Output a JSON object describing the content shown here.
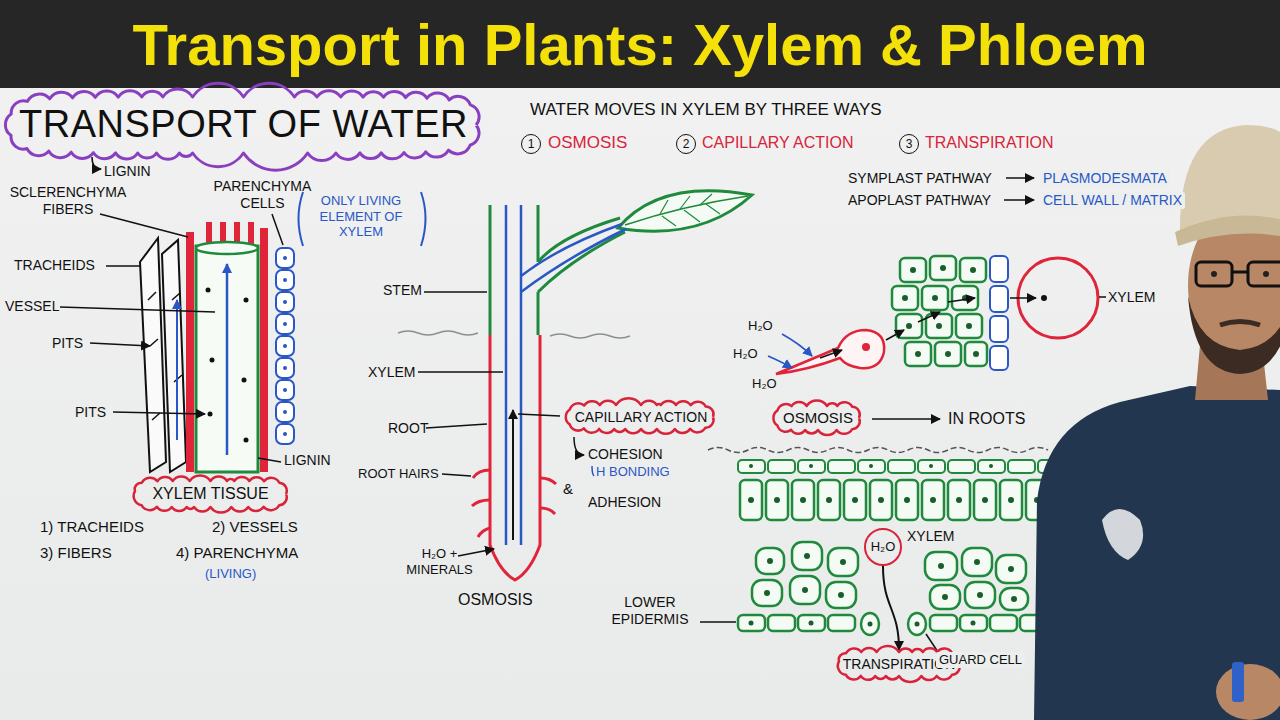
{
  "diagram": {
    "title": "Transport in Plants: Xylem & Phloem",
    "nodes": [
      {
        "text": [
          "TRANSPORT OF WATER"
        ]
      },
      {
        "text": [
          "1"
        ]
      },
      {
        "text": [
          "2"
        ]
      },
      {
        "text": [
          "3"
        ]
      },
      {
        "text": [
          "XYLEM TISSUE"
        ]
      },
      {
        "text": [
          "CAPILLARY ACTION"
        ]
      },
      {
        "text": [
          "OSMOSIS"
        ]
      },
      {
        "text": [
          "H₂O"
        ]
      },
      {
        "text": [
          "TRANSPIRATION"
        ]
      }
    ],
    "edges": [
      {
        "from": 7,
        "to": 8,
        "arrow": "to"
      }
    ],
    "labels": [
      "LIGNIN",
      "SCLERENCHYMA FIBERS",
      "PARENCHYMA CELLS",
      "ONLY LIVING ELEMENT OF XYLEM",
      "TRACHEIDS",
      "VESSEL",
      "PITS",
      "PITS",
      "LIGNIN",
      "1) TRACHEIDS",
      "2) VESSELS",
      "3) FIBERS",
      "4) PARENCHYMA",
      "(LIVING)",
      "WATER MOVES IN XYLEM BY THREE WAYS",
      "OSMOSIS",
      "CAPILLARY ACTION",
      "TRANSPIRATION",
      "STEM",
      "XYLEM",
      "ROOT",
      "ROOT HAIRS",
      "H₂O + MINERALS",
      "OSMOSIS",
      "COHESION",
      "H BONDING",
      "&",
      "ADHESION",
      "SYMPLAST PATHWAY",
      "PLASMODESMATA",
      "APOPLAST PATHWAY",
      "CELL WALL / MATRIX",
      "H₂O",
      "H₂O",
      "H₂O",
      "XYLEM",
      "IN ROOTS",
      "XYLEM",
      "LOWER EPIDERMIS",
      "GUARD CELL"
    ]
  }
}
